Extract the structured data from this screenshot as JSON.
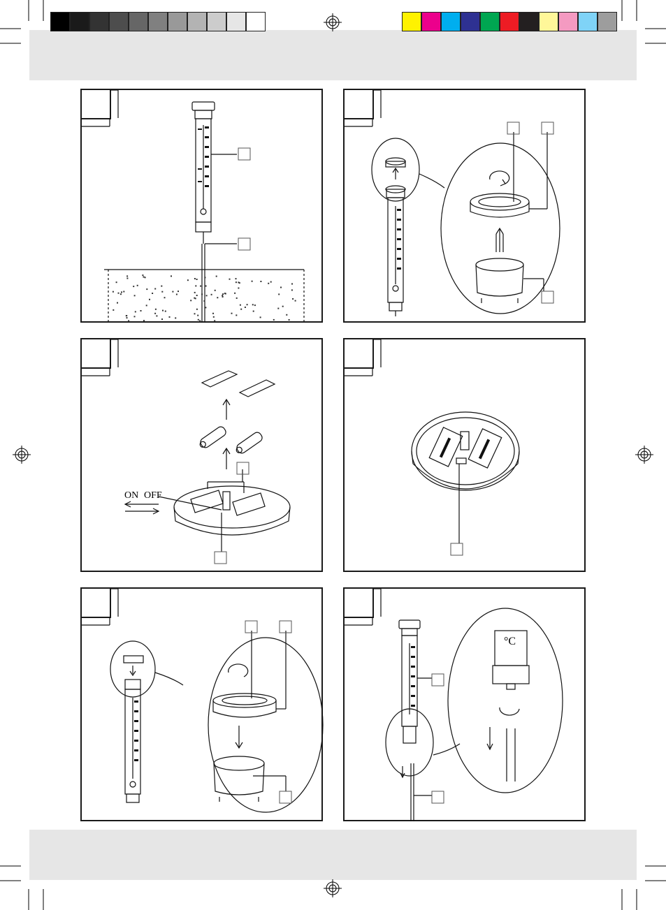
{
  "print_marks": {
    "gray_swatches": [
      "#000000",
      "#1a1a1a",
      "#333333",
      "#4d4d4d",
      "#666666",
      "#808080",
      "#999999",
      "#b3b3b3",
      "#cccccc",
      "#e6e6e6",
      "#ffffff"
    ],
    "color_swatches": [
      "#fff200",
      "#ec008c",
      "#00aeef",
      "#2e3192",
      "#00a651",
      "#ed1c24",
      "#231f20",
      "#fff799",
      "#f49ac1",
      "#7fd3f7",
      "#9d9d9d"
    ]
  },
  "figures": [
    {
      "name": "figure-1",
      "description_icon": "thermometer-on-spike"
    },
    {
      "name": "figure-2",
      "description_icon": "open-solar-cap"
    },
    {
      "name": "figure-3",
      "description_icon": "battery-compartment"
    },
    {
      "name": "figure-4",
      "description_icon": "cap-underside"
    },
    {
      "name": "figure-5",
      "description_icon": "close-solar-cap"
    },
    {
      "name": "figure-6",
      "description_icon": "attach-spike"
    }
  ],
  "switch_labels": {
    "on": "ON",
    "off": "OFF"
  }
}
